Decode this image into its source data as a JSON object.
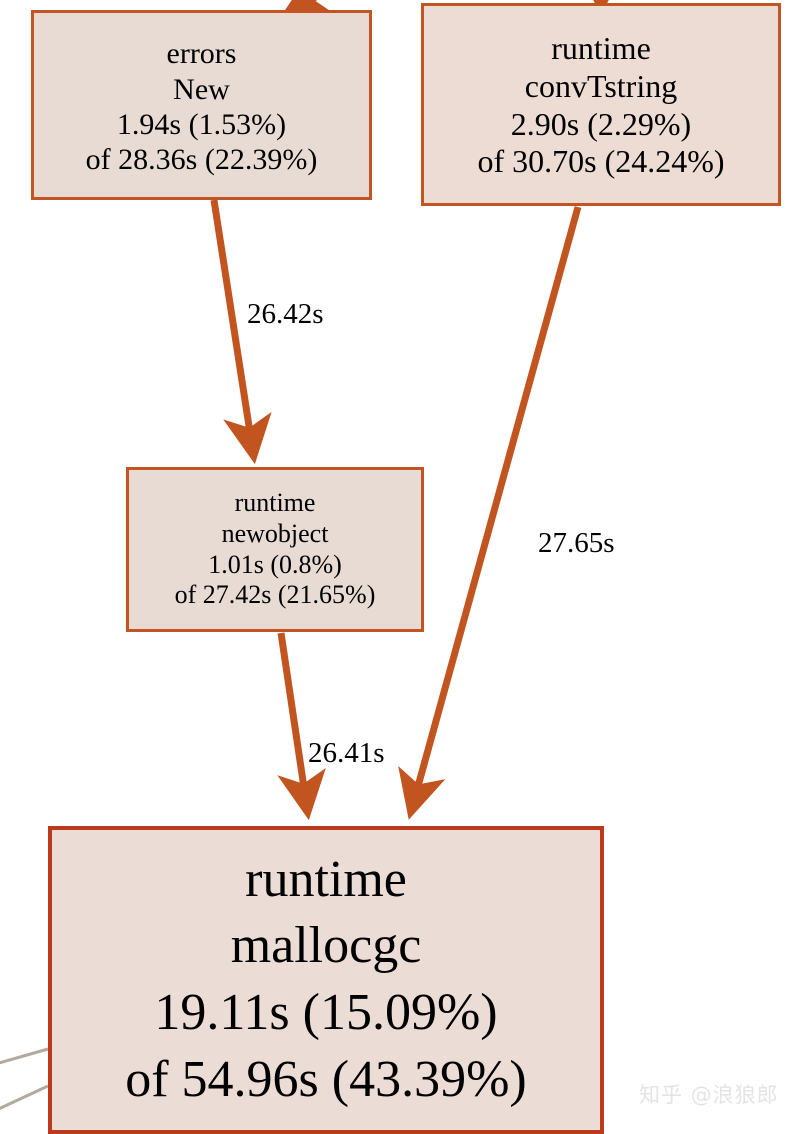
{
  "graph": {
    "type": "call-graph",
    "description": "pprof-style CPU profile call graph fragment",
    "node_fill": "#e7dbd4",
    "node_border": "#c25522",
    "edge_color": "#c2551f",
    "text_color": "#000000",
    "nodes": [
      {
        "id": "errors-new",
        "package": "errors",
        "func": "New",
        "flat": "1.94s (1.53%)",
        "cum": "of 28.36s (22.39%)",
        "lines": [
          "errors",
          "New",
          "1.94s (1.53%)",
          "of 28.36s (22.39%)"
        ]
      },
      {
        "id": "runtime-convtstring",
        "package": "runtime",
        "func": "convTstring",
        "flat": "2.90s (2.29%)",
        "cum": "of 30.70s (24.24%)",
        "lines": [
          "runtime",
          "convTstring",
          "2.90s (2.29%)",
          "of 30.70s (24.24%)"
        ]
      },
      {
        "id": "runtime-newobject",
        "package": "runtime",
        "func": "newobject",
        "flat": "1.01s (0.8%)",
        "cum": "of 27.42s (21.65%)",
        "lines": [
          "runtime",
          "newobject",
          "1.01s (0.8%)",
          "of 27.42s (21.65%)"
        ]
      },
      {
        "id": "runtime-mallocgc",
        "package": "runtime",
        "func": "mallocgc",
        "flat": "19.11s (15.09%)",
        "cum": "of 54.96s (43.39%)",
        "lines": [
          "runtime",
          "mallocgc",
          "19.11s (15.09%)",
          "of 54.96s (43.39%)"
        ]
      }
    ],
    "edges": [
      {
        "id": "errors-newobject",
        "from": "errors-new",
        "to": "runtime-newobject",
        "label": "26.42s"
      },
      {
        "id": "convtstring-mallocgc",
        "from": "runtime-convtstring",
        "to": "runtime-mallocgc",
        "label": "27.65s"
      },
      {
        "id": "newobject-mallocgc",
        "from": "runtime-newobject",
        "to": "runtime-mallocgc",
        "label": "26.41s"
      }
    ]
  },
  "watermark": {
    "text": "知乎 @浪狼郎"
  }
}
